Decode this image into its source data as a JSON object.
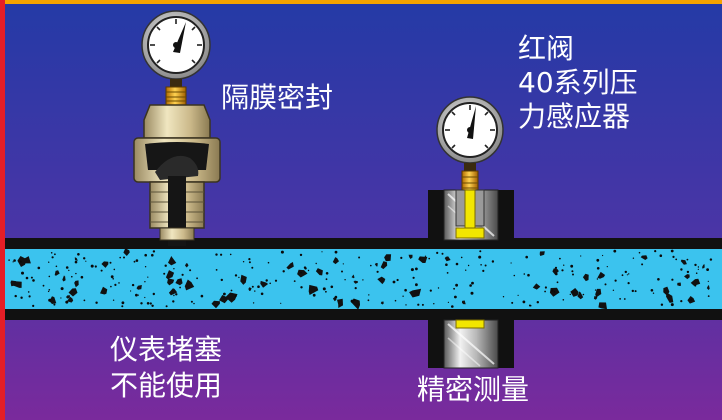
{
  "labels": {
    "diaphragm_seal": "隔膜密封",
    "red_valve_line1": "红阀",
    "red_valve_line2": "40系列压",
    "red_valve_line3": "力感应器",
    "clogged_line1": "仪表堵塞",
    "clogged_line2": "不能使用",
    "precise_measurement": "精密测量"
  },
  "colors": {
    "background_top": "#243aa6",
    "background_bottom": "#7a2a9c",
    "frame_left": "#e41e26",
    "frame_top": "#f5a300",
    "fluid": "#3bc3ee",
    "pipe_wall": "#111111",
    "sensor_yellow": "#f2e600",
    "label_text": "#ffffff"
  },
  "icons": [
    "pressure-gauge-icon",
    "diaphragm-seal-icon",
    "sensor-sleeve-icon"
  ]
}
